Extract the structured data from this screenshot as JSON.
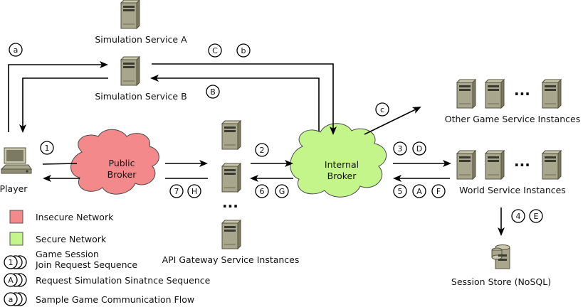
{
  "nodes": {
    "sim_a": "Simulation Service A",
    "sim_b": "Simulation Service B",
    "player": "Player",
    "public_broker": [
      "Public",
      "Broker"
    ],
    "internal_broker": [
      "Internal",
      "Broker"
    ],
    "api_gateway": "API Gateway Service Instances",
    "other_game": "Other Game Service Instances",
    "world_service": "World Service Instances",
    "session_store": "Session Store (NoSQL)",
    "ellipsis": "..."
  },
  "badges": {
    "a": "a",
    "b": "b",
    "c_low": "c",
    "C": "C",
    "B": "B",
    "D": "D",
    "A": "A",
    "F": "F",
    "E": "E",
    "G": "G",
    "H": "H",
    "n1": "1",
    "n2": "2",
    "n3": "3",
    "n4": "4",
    "n5": "5",
    "n6": "6",
    "n7": "7"
  },
  "legend": {
    "insecure": "Insecure Network",
    "secure": "Secure Network",
    "game_session": [
      "Game Session",
      "Join Request Sequence"
    ],
    "request_sim": "Request Simulation Sinatnce Sequence",
    "sample_flow": "Sample Game Communication Flow",
    "sym_numeric": "1",
    "sym_upper": "A",
    "sym_lower": "a"
  },
  "colors": {
    "insecure": "#f4898b",
    "secure": "#c3f58a",
    "server": "#a8a68c",
    "line": "#000000"
  }
}
